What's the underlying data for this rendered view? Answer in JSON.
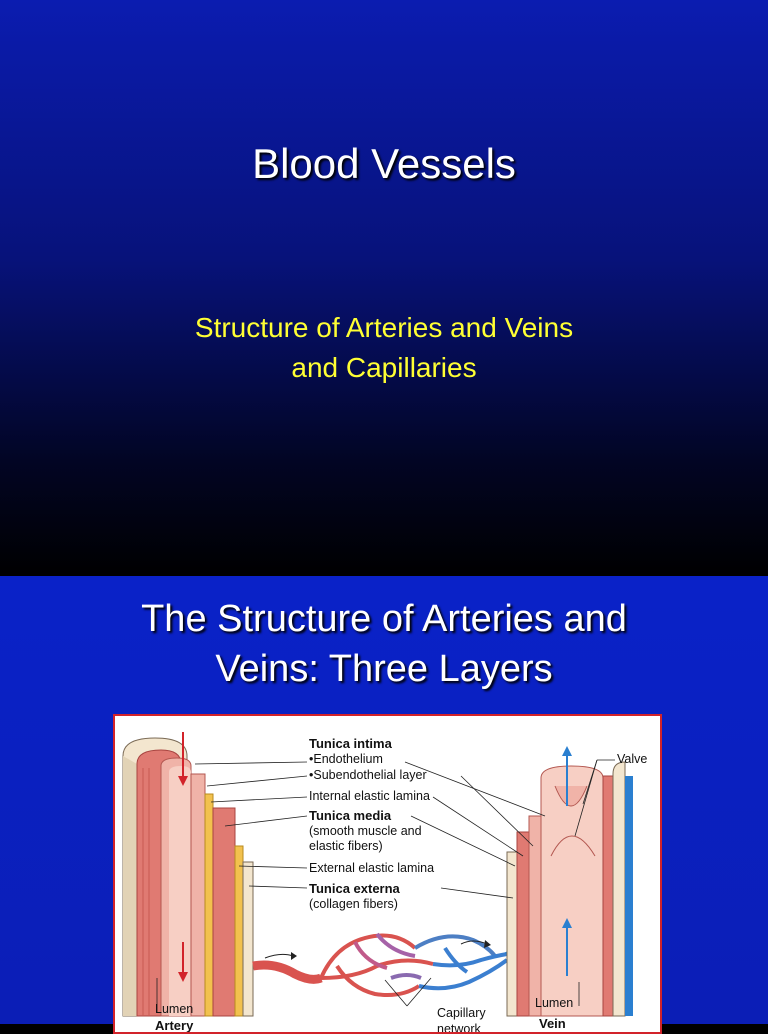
{
  "slide1": {
    "title": "Blood Vessels",
    "subtitle_line1": "Structure of Arteries and Veins",
    "subtitle_line2": "and Capillaries"
  },
  "slide2": {
    "title_line1": "The Structure of Arteries and",
    "title_line2": "Veins:  Three Layers",
    "figure": {
      "tunica_intima": "Tunica intima",
      "endothelium": "•Endothelium",
      "subendothelial": "•Subendothelial layer",
      "internal_elastic": "Internal elastic lamina",
      "tunica_media": "Tunica media",
      "media_desc1": "(smooth muscle and",
      "media_desc2": "elastic fibers)",
      "external_elastic": "External elastic lamina",
      "tunica_externa": "Tunica externa",
      "externa_desc": "(collagen fibers)",
      "valve": "Valve",
      "lumen_left": "Lumen",
      "lumen_right": "Lumen",
      "artery": "Artery",
      "vein": "Vein",
      "capillary": "Capillary",
      "capillary_cont": "network"
    }
  },
  "colors": {
    "slide_blue": "#0b1cb0",
    "subtitle_yellow": "#ffff33",
    "frame_red": "#d2232a",
    "artery_red": "#d9534f",
    "vein_blue": "#2a7fd0"
  }
}
